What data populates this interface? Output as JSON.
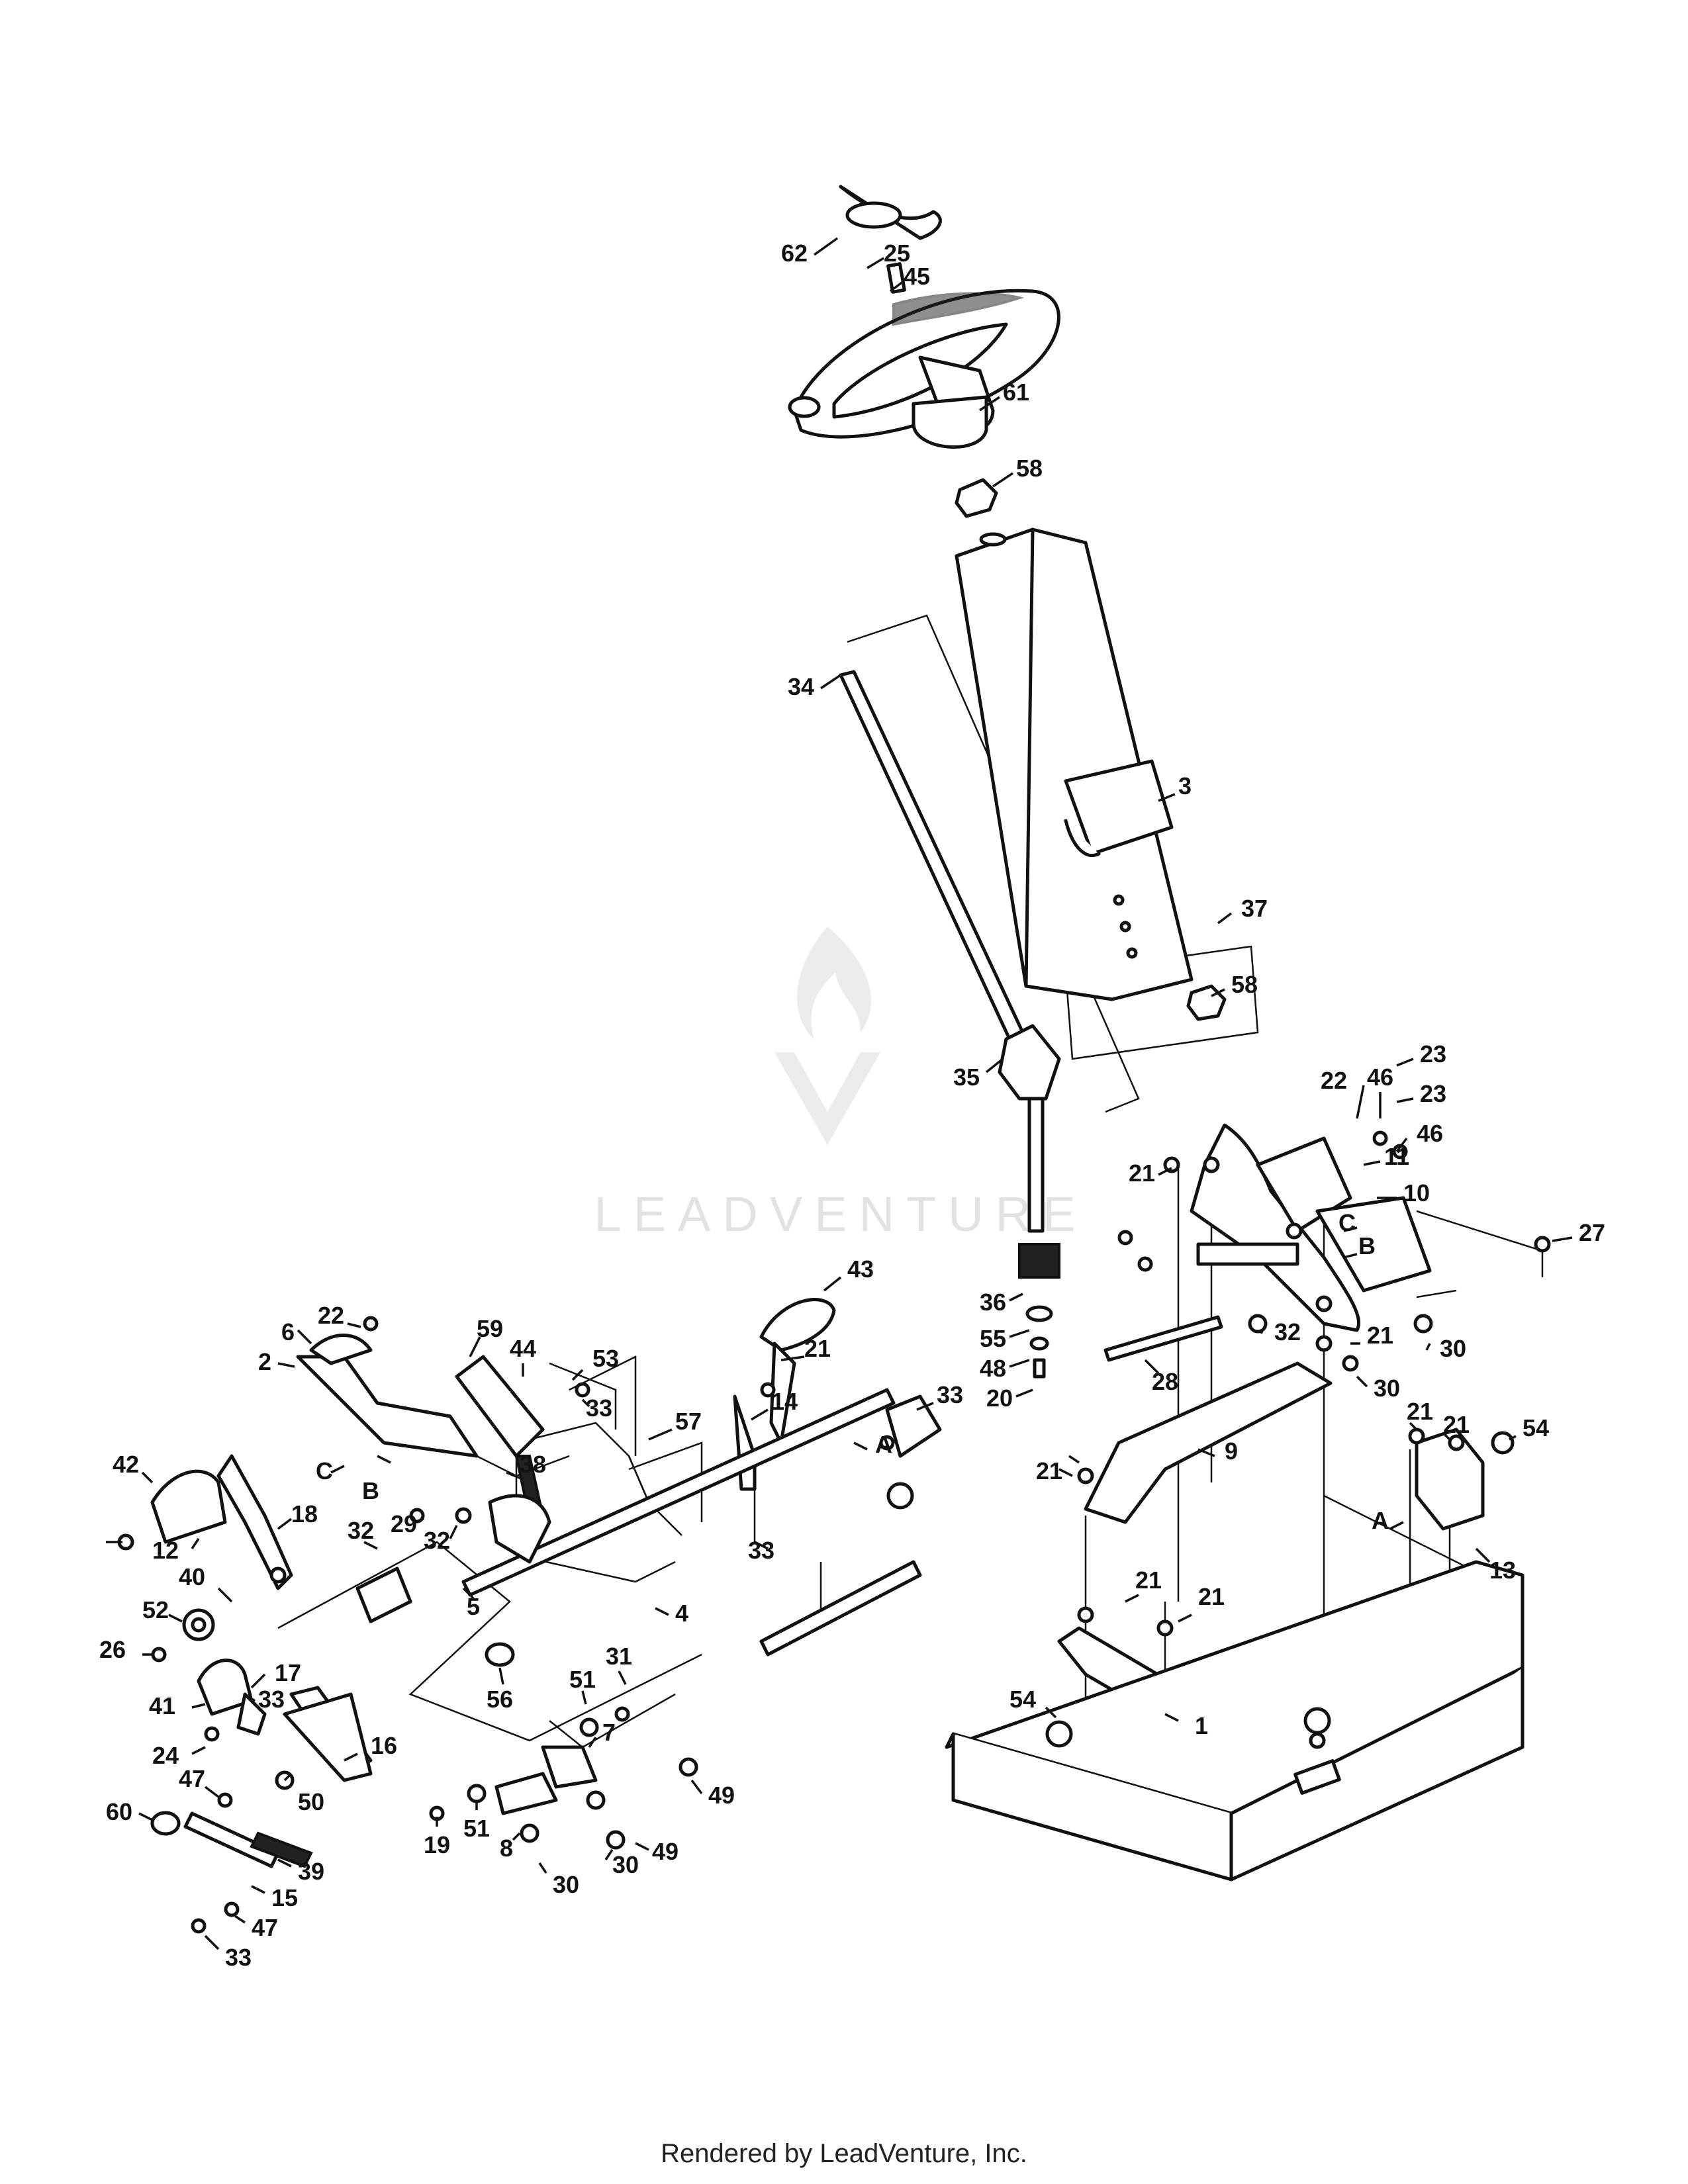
{
  "watermark": {
    "brand": "LEADVENTURE"
  },
  "footer": {
    "rendered_by": "Rendered by LeadVenture, Inc."
  },
  "callouts": [
    {
      "id": "c62a",
      "label": "62"
    },
    {
      "id": "c25a",
      "label": "25"
    },
    {
      "id": "c45a",
      "label": "45"
    },
    {
      "id": "c61a",
      "label": "61"
    },
    {
      "id": "c58a",
      "label": "58"
    },
    {
      "id": "c34a",
      "label": "34"
    },
    {
      "id": "c3a",
      "label": "3"
    },
    {
      "id": "c37a",
      "label": "37"
    },
    {
      "id": "c58b",
      "label": "58"
    },
    {
      "id": "c35a",
      "label": "35"
    },
    {
      "id": "c46a",
      "label": "46"
    },
    {
      "id": "c23a",
      "label": "23"
    },
    {
      "id": "c22a",
      "label": "22"
    },
    {
      "id": "c23b",
      "label": "23"
    },
    {
      "id": "c11a",
      "label": "11"
    },
    {
      "id": "c46b",
      "label": "46"
    },
    {
      "id": "c21a",
      "label": "21"
    },
    {
      "id": "c10a",
      "label": "10"
    },
    {
      "id": "cCa",
      "label": "C"
    },
    {
      "id": "cBa",
      "label": "B"
    },
    {
      "id": "c27a",
      "label": "27"
    },
    {
      "id": "c43a",
      "label": "43"
    },
    {
      "id": "c36a",
      "label": "36"
    },
    {
      "id": "c32a",
      "label": "32"
    },
    {
      "id": "c30a",
      "label": "30"
    },
    {
      "id": "c21b",
      "label": "21"
    },
    {
      "id": "c55a",
      "label": "55"
    },
    {
      "id": "c48a",
      "label": "48"
    },
    {
      "id": "c20a",
      "label": "20"
    },
    {
      "id": "c28a",
      "label": "28"
    },
    {
      "id": "c30b",
      "label": "30"
    },
    {
      "id": "c6a",
      "label": "6"
    },
    {
      "id": "c22b",
      "label": "22"
    },
    {
      "id": "c59a",
      "label": "59"
    },
    {
      "id": "c44a",
      "label": "44"
    },
    {
      "id": "c53a",
      "label": "53"
    },
    {
      "id": "c21c",
      "label": "21"
    },
    {
      "id": "c2a",
      "label": "2"
    },
    {
      "id": "c14a",
      "label": "14"
    },
    {
      "id": "c33a",
      "label": "33"
    },
    {
      "id": "c33b",
      "label": "33"
    },
    {
      "id": "c57a",
      "label": "57"
    },
    {
      "id": "cAa",
      "label": "A"
    },
    {
      "id": "c21d",
      "label": "21"
    },
    {
      "id": "c21e",
      "label": "21"
    },
    {
      "id": "c54a",
      "label": "54"
    },
    {
      "id": "c9a",
      "label": "9"
    },
    {
      "id": "c38a",
      "label": "38"
    },
    {
      "id": "cCb",
      "label": "C"
    },
    {
      "id": "cBb",
      "label": "B"
    },
    {
      "id": "c42a",
      "label": "42"
    },
    {
      "id": "c29a",
      "label": "29"
    },
    {
      "id": "c32b",
      "label": "32"
    },
    {
      "id": "c21f",
      "label": "21"
    },
    {
      "id": "c18a",
      "label": "18"
    },
    {
      "id": "c32c",
      "label": "32"
    },
    {
      "id": "c12a",
      "label": "12"
    },
    {
      "id": "c33c",
      "label": "33"
    },
    {
      "id": "cAb",
      "label": "A"
    },
    {
      "id": "c13a",
      "label": "13"
    },
    {
      "id": "c40a",
      "label": "40"
    },
    {
      "id": "c52a",
      "label": "52"
    },
    {
      "id": "c5a",
      "label": "5"
    },
    {
      "id": "c4a",
      "label": "4"
    },
    {
      "id": "c21g",
      "label": "21"
    },
    {
      "id": "c21h",
      "label": "21"
    },
    {
      "id": "c26a",
      "label": "26"
    },
    {
      "id": "c17a",
      "label": "17"
    },
    {
      "id": "c31a",
      "label": "31"
    },
    {
      "id": "c51a",
      "label": "51"
    },
    {
      "id": "c41a",
      "label": "41"
    },
    {
      "id": "c56a",
      "label": "56"
    },
    {
      "id": "c1a",
      "label": "1"
    },
    {
      "id": "c54b",
      "label": "54"
    },
    {
      "id": "c24a",
      "label": "24"
    },
    {
      "id": "c16a",
      "label": "16"
    },
    {
      "id": "c7a",
      "label": "7"
    },
    {
      "id": "c50a",
      "label": "50"
    },
    {
      "id": "c49a",
      "label": "49"
    },
    {
      "id": "c47a",
      "label": "47"
    },
    {
      "id": "c33d",
      "label": "33"
    },
    {
      "id": "c60a",
      "label": "60"
    },
    {
      "id": "c19a",
      "label": "19"
    },
    {
      "id": "c51b",
      "label": "51"
    },
    {
      "id": "c49b",
      "label": "49"
    },
    {
      "id": "c8a",
      "label": "8"
    },
    {
      "id": "c39a",
      "label": "39"
    },
    {
      "id": "c30c",
      "label": "30"
    },
    {
      "id": "c30d",
      "label": "30"
    },
    {
      "id": "c15a",
      "label": "15"
    },
    {
      "id": "c47b",
      "label": "47"
    },
    {
      "id": "c33e",
      "label": "33"
    }
  ]
}
